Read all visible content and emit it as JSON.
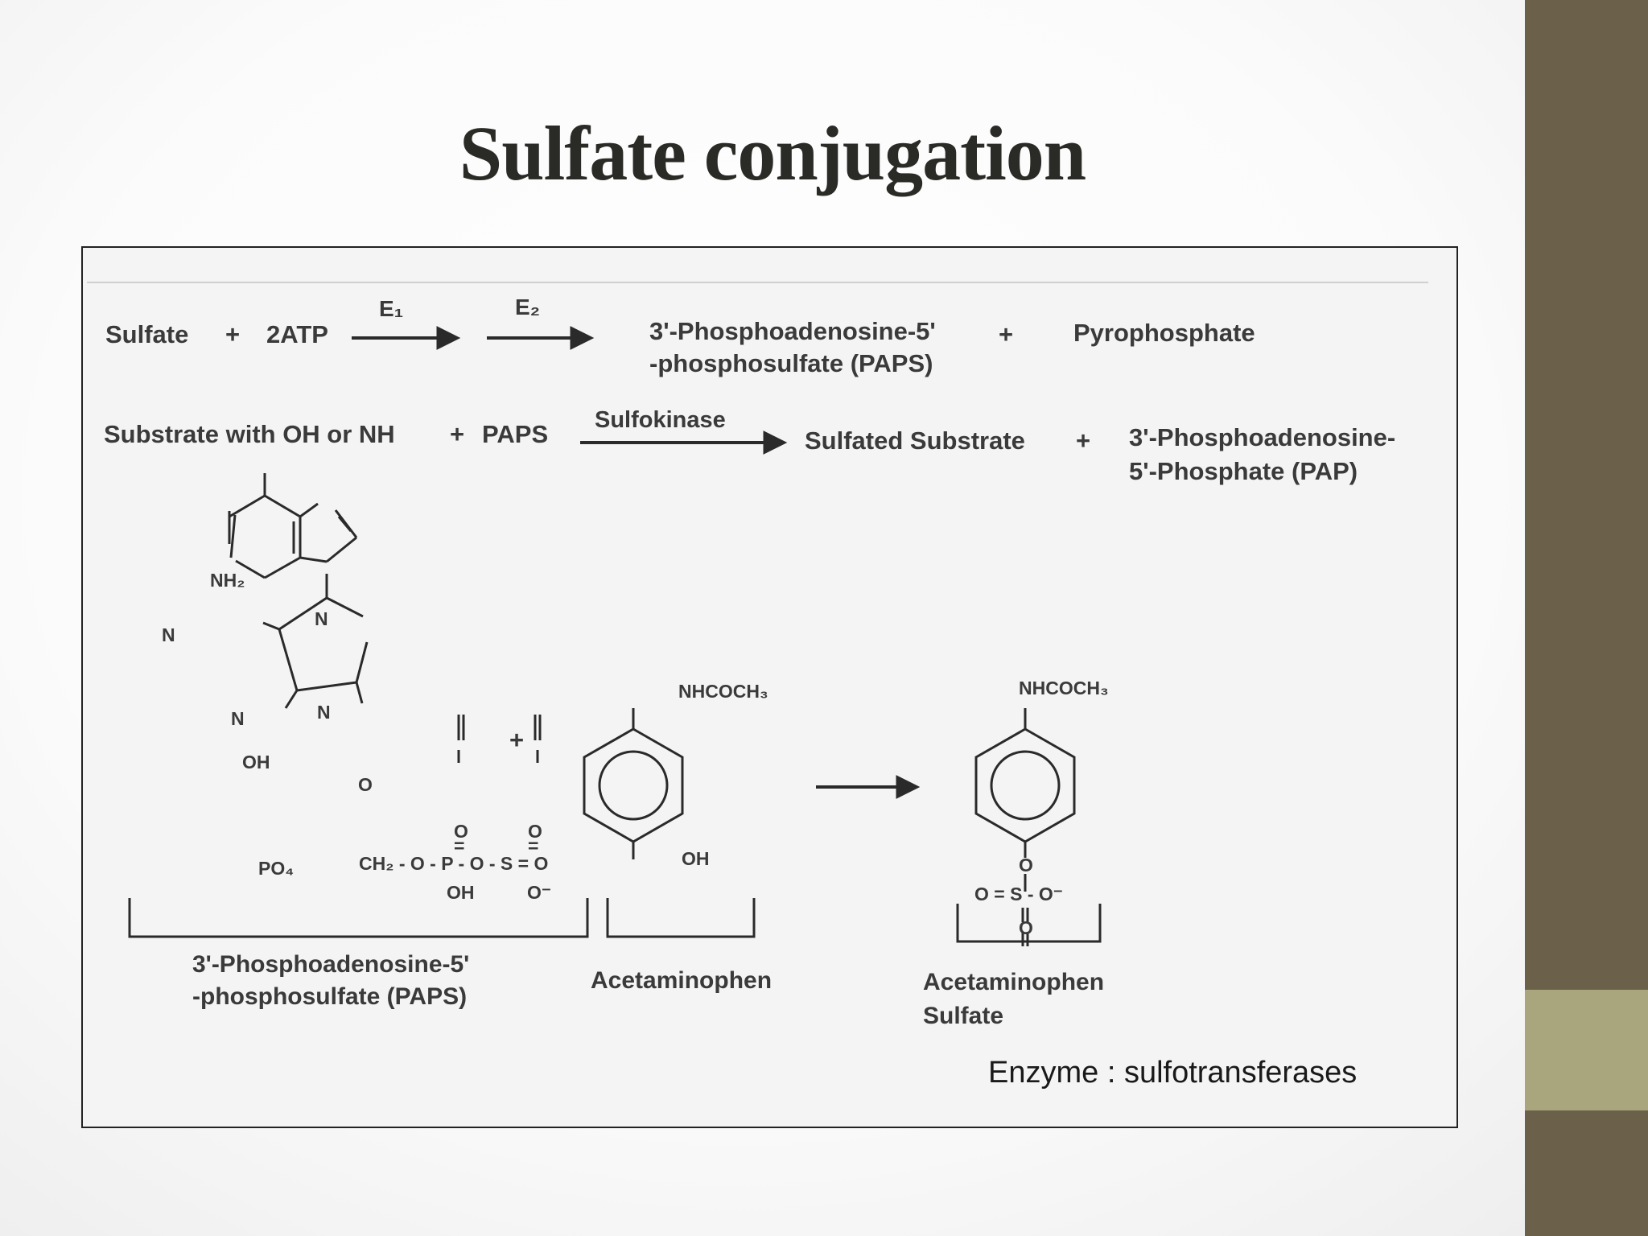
{
  "slide": {
    "title": "Sulfate conjugation",
    "colors": {
      "side_bar": "#6b604a",
      "side_accent": "#a9a67e",
      "title_text": "#2a2a26"
    }
  },
  "reaction1": {
    "reactant1": "Sulfate",
    "plus1": "+",
    "reactant2": "2ATP",
    "enzyme1": "E₁",
    "enzyme2": "E₂",
    "product1_line1": "3'-Phosphoadenosine-5'",
    "product1_line2": "-phosphosulfate (PAPS)",
    "plus2": "+",
    "product2": "Pyrophosphate"
  },
  "reaction2": {
    "reactant1": "Substrate with OH or NH",
    "plus1": "+",
    "reactant2": "PAPS",
    "enzyme": "Sulfokinase",
    "product1": "Sulfated Substrate",
    "plus2": "+",
    "product2_line1": "3'-Phosphoadenosine-",
    "product2_line2": "5'-Phosphate (PAP)"
  },
  "structures": {
    "paps": {
      "atoms": {
        "nh2": "NH₂",
        "n1": "N",
        "n3": "N",
        "n7": "N",
        "n9": "N",
        "oh": "OH",
        "ring_o": "O",
        "po4": "PO₄",
        "chain": "CH₂ - O - P - O - S = O",
        "p_top": "O",
        "p_top_bond": "=",
        "s_top": "O",
        "s_top_bond": "=",
        "p_bottom": "OH",
        "s_bottom": "O⁻"
      },
      "caption_line1": "3'-Phosphoadenosine-5'",
      "caption_line2": "-phosphosulfate (PAPS)"
    },
    "plus": "+",
    "acetaminophen": {
      "top_group": "NHCOCH₃",
      "bottom_group": "OH",
      "caption": "Acetaminophen"
    },
    "acetaminophen_sulfate": {
      "top_group": "NHCOCH₃",
      "link_o": "O",
      "sulfate_group": "O = S - O⁻",
      "bottom_o": "O",
      "caption_line1": "Acetaminophen",
      "caption_line2": "Sulfate"
    }
  },
  "footer": {
    "enzyme_note": "Enzyme : sulfotransferases"
  }
}
